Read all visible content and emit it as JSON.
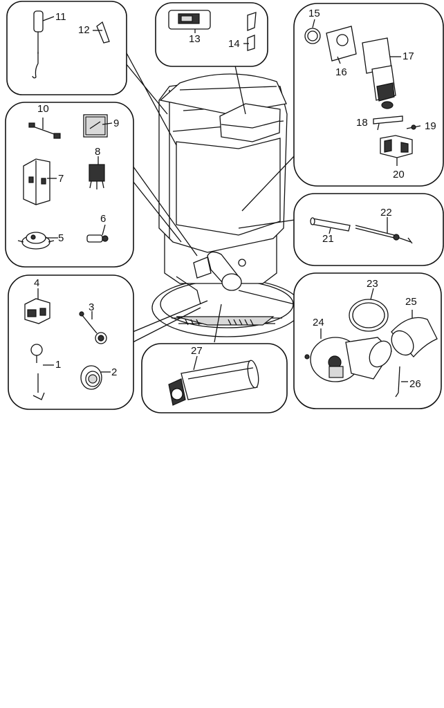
{
  "callouts": {
    "c1": "1",
    "c2": "2",
    "c3": "3",
    "c4": "4",
    "c5": "5",
    "c6": "6",
    "c7": "7",
    "c8": "8",
    "c9": "9",
    "c10": "10",
    "c11": "11",
    "c12": "12",
    "c13": "13",
    "c14": "14",
    "c15": "15",
    "c16": "16",
    "c17": "17",
    "c18": "18",
    "c19": "19",
    "c20": "20",
    "c21": "21",
    "c22": "22",
    "c23": "23",
    "c24": "24",
    "c25": "25",
    "c26": "26",
    "c27": "27"
  },
  "colors": {
    "line": "#111111",
    "background": "#ffffff"
  }
}
